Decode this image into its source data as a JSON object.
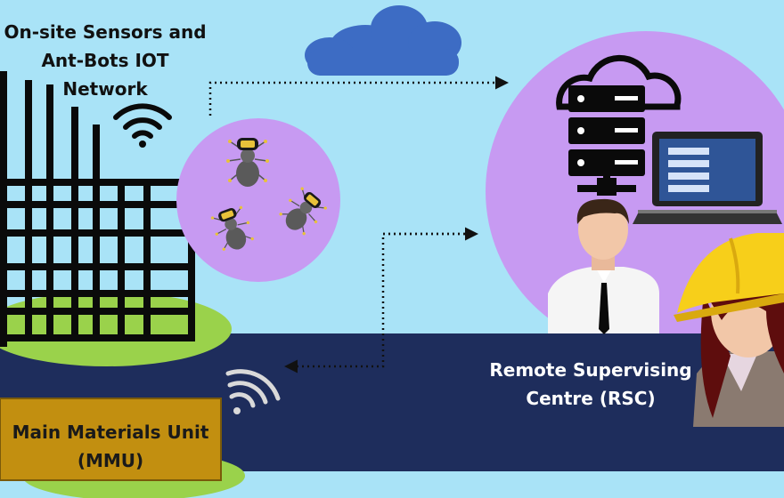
{
  "labels": {
    "iot_network": "On-site Sensors and Ant-Bots IOT Network",
    "rsc": "Remote Supervising Centre (RSC)",
    "mmu": "Main Materials Unit (MMU)"
  },
  "colors": {
    "sky": "#a9e3f7",
    "band": "#1e2d5c",
    "circle": "#c79af2",
    "grass": "#9ad24b",
    "mmu_box": "#c28f10",
    "cloud": "#3d6cc4",
    "helmet": "#f7cf1a"
  },
  "icons": [
    "cloud-icon",
    "wifi-icon",
    "server-icon",
    "laptop-icon",
    "ant-bot-icon",
    "building-frame-icon",
    "supervisor-icon",
    "engineer-icon"
  ]
}
